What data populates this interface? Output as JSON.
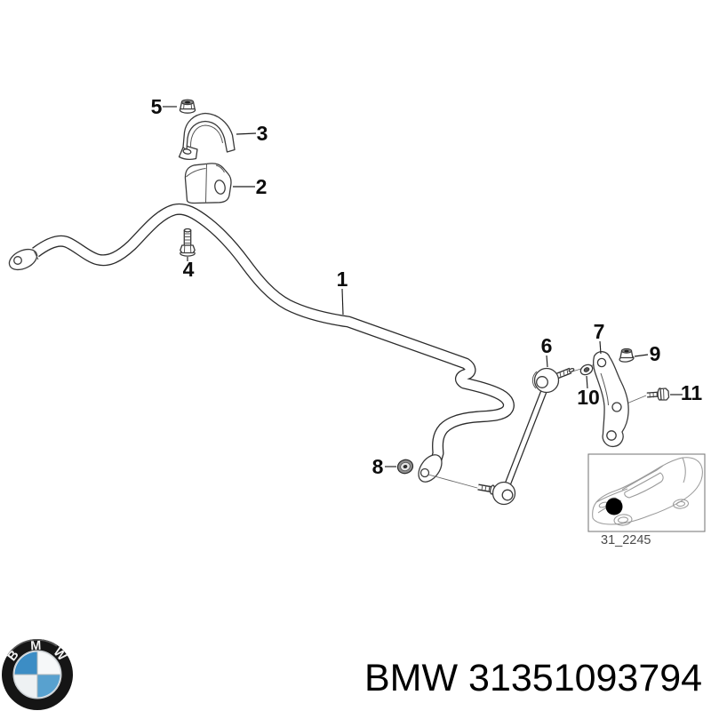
{
  "diagram": {
    "part_labels": [
      {
        "num": "1"
      },
      {
        "num": "2"
      },
      {
        "num": "3"
      },
      {
        "num": "4"
      },
      {
        "num": "5"
      },
      {
        "num": "6"
      },
      {
        "num": "7"
      },
      {
        "num": "8"
      },
      {
        "num": "9"
      },
      {
        "num": "10"
      },
      {
        "num": "11"
      }
    ],
    "thumbnail_code": "31_2245"
  },
  "footer": {
    "label": "BMW 31351093794",
    "logo": {
      "b": "B",
      "m": "M",
      "w": "W"
    }
  },
  "colors": {
    "line": "#3a3a3a",
    "label": "#0d0d0d",
    "bmw_blue_dark": "#3c8dc5",
    "bmw_blue_light": "#58a1cf",
    "roundel_black": "#151515"
  }
}
